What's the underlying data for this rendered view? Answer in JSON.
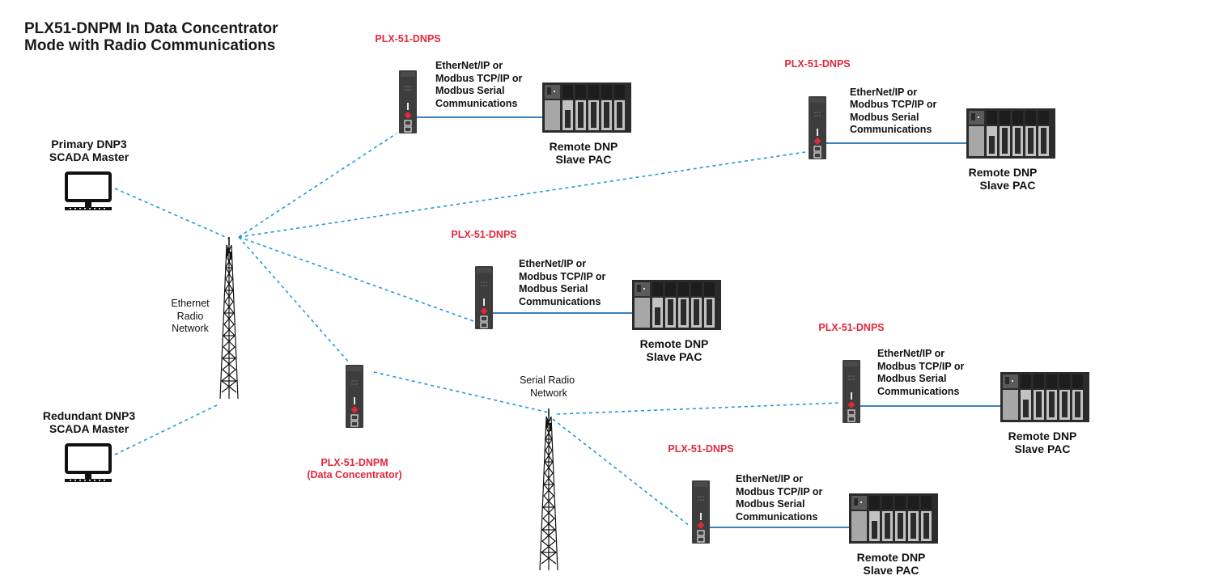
{
  "title": {
    "line1": "PLX51-DNPM In Data Concentrator",
    "line2": "Mode with Radio Communications"
  },
  "masters": {
    "primary": {
      "line1": "Primary DNP3",
      "line2": "SCADA Master",
      "icon": "monitor-icon"
    },
    "redundant": {
      "line1": "Redundant DNP3",
      "line2": "SCADA Master",
      "icon": "monitor-icon"
    }
  },
  "networks": {
    "ethernet": {
      "line1": "Ethernet",
      "line2": "Radio",
      "line3": "Network",
      "icon": "radio-tower-icon"
    },
    "serial": {
      "line1": "Serial Radio",
      "line2": "Network",
      "icon": "radio-tower-icon"
    }
  },
  "concentrator": {
    "name": "PLX-51-DNPM",
    "role": "(Data Concentrator)"
  },
  "slave_device": {
    "name": "PLX-51-DNPS"
  },
  "comm_text": {
    "line1": "EtherNet/IP or",
    "line2": "Modbus TCP/IP or",
    "line3": "Modbus Serial",
    "line4": "Communications"
  },
  "pac": {
    "line1": "Remote DNP",
    "line2": "Slave PAC"
  },
  "colors": {
    "title": "#1a1a1a",
    "device_label": "#e0283c",
    "radio_link": "#1e9bd7",
    "wired_link": "#1e6fb4",
    "device_body": "#3d3d3d",
    "led": "#e0283c",
    "pac_body": "#2b2b2b"
  }
}
